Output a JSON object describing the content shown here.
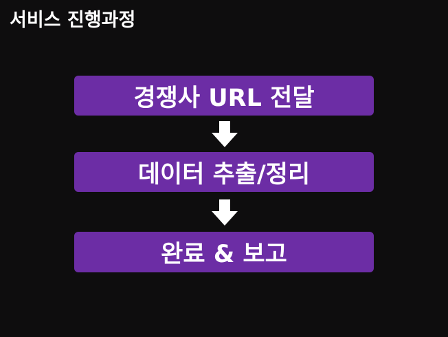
{
  "title": "서비스 진행과정",
  "steps": [
    {
      "label": "경쟁사 URL 전달"
    },
    {
      "label": "데이터 추출/정리"
    },
    {
      "label": "완료 & 보고"
    }
  ],
  "colors": {
    "background": "#0e0d0e",
    "step_fill": "#6c2da5",
    "text": "#ffffff",
    "arrow": "#ffffff"
  },
  "icons": {
    "connector": "down-arrow-icon"
  }
}
